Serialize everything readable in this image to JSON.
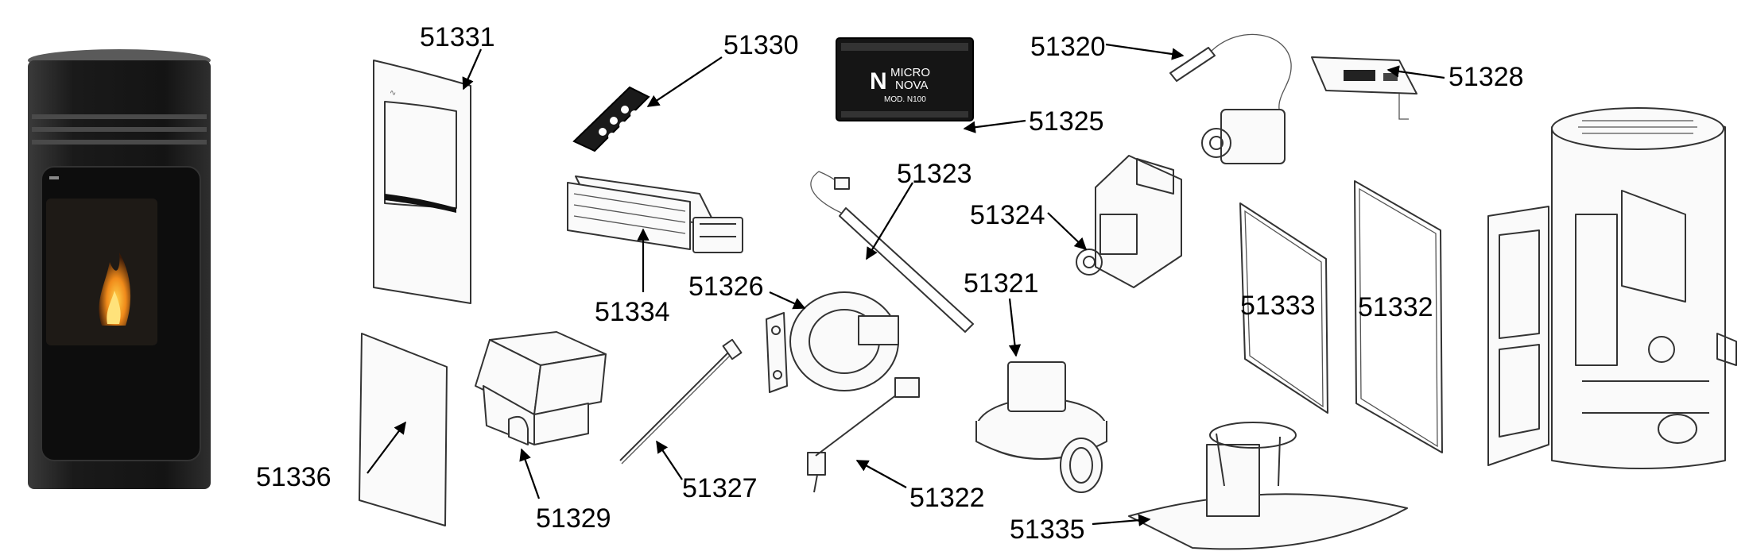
{
  "parts": {
    "p51331": "51331",
    "p51330": "51330",
    "p51320": "51320",
    "p51328": "51328",
    "p51325": "51325",
    "p51323": "51323",
    "p51324": "51324",
    "p51334": "51334",
    "p51326": "51326",
    "p51321": "51321",
    "p51333": "51333",
    "p51332": "51332",
    "p51336": "51336",
    "p51329": "51329",
    "p51327": "51327",
    "p51322": "51322",
    "p51335": "51335"
  },
  "board": {
    "brand_line1": "MICRO",
    "brand_line2": "NOVA",
    "model": "MOD. N100"
  },
  "colors": {
    "stove_body": "#1c1c1c",
    "flame": "#f08a1a",
    "board": "#151515"
  }
}
